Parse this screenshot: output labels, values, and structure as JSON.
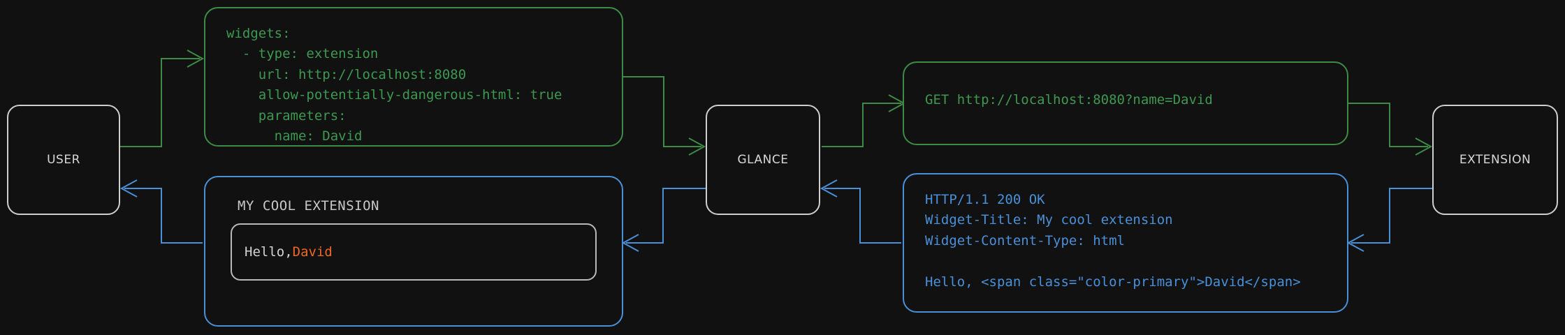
{
  "colors": {
    "background": "#111111",
    "node_border": "#cfcfcf",
    "node_text": "#d8d8d8",
    "request_green": "#3d9950",
    "response_blue": "#4a90d9",
    "accent_orange": "#f0681f",
    "widget_inner_border": "#b9b9b9"
  },
  "nodes": {
    "user": {
      "label": "USER"
    },
    "glance": {
      "label": "GLANCE"
    },
    "extension": {
      "label": "EXTENSION"
    }
  },
  "messages": {
    "config_yaml": {
      "color": "#3d9950",
      "text": "widgets:\n  - type: extension\n    url: http://localhost:8080\n    allow-potentially-dangerous-html: true\n    parameters:\n      name: David"
    },
    "http_request": {
      "color": "#3d9950",
      "text": "GET http://localhost:8080?name=David"
    },
    "http_response": {
      "color": "#4a90d9",
      "text": "HTTP/1.1 200 OK\nWidget-Title: My cool extension\nWidget-Content-Type: html\n\nHello, <span class=\"color-primary\">David</span>"
    }
  },
  "widget_preview": {
    "title": "MY COOL EXTENSION",
    "greeting": "Hello, ",
    "name": "David"
  }
}
